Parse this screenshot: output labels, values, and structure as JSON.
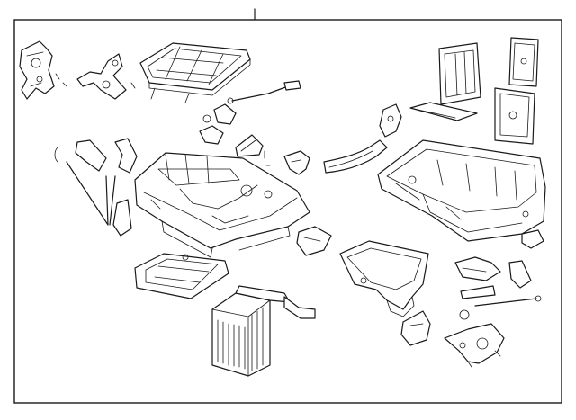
{
  "diagram": {
    "parts": [
      {
        "id": "mode-actuator-bracket",
        "icon": "bracket-icon"
      },
      {
        "id": "door-lever",
        "icon": "lever-icon"
      },
      {
        "id": "air-inlet-grille",
        "icon": "grille-icon"
      },
      {
        "id": "control-cable",
        "icon": "cable-icon"
      },
      {
        "id": "vacuum-hoses",
        "icon": "hose-icon"
      },
      {
        "id": "heater-case-upper",
        "icon": "housing-icon"
      },
      {
        "id": "case-seal-plate",
        "icon": "seal-icon"
      },
      {
        "id": "heater-core",
        "icon": "heater-core-icon"
      },
      {
        "id": "air-duct-elbow",
        "icon": "duct-icon"
      },
      {
        "id": "drain-hose",
        "icon": "hose-icon"
      },
      {
        "id": "evaporator-case",
        "icon": "housing-icon"
      },
      {
        "id": "cabin-filter-door",
        "icon": "door-icon"
      },
      {
        "id": "filter-element",
        "icon": "filter-icon"
      },
      {
        "id": "blower-cover-plate",
        "icon": "plate-icon"
      },
      {
        "id": "blend-door-actuator",
        "icon": "actuator-icon"
      },
      {
        "id": "lower-duct-housing",
        "icon": "housing-icon"
      },
      {
        "id": "blower-motor-resistor",
        "icon": "resistor-icon"
      },
      {
        "id": "servo-motor-mount",
        "icon": "motor-icon"
      }
    ]
  }
}
